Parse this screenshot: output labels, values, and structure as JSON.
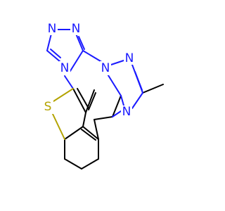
{
  "colors": {
    "background": "#ffffff",
    "carbon_bond": "#000000",
    "nitrogen": "#1a1aff",
    "sulfur": "#b3a300"
  },
  "atoms": {
    "n1": "N",
    "n2": "N",
    "n3": "N",
    "n4": "N",
    "n5": "N",
    "n6": "N",
    "s1": "S"
  }
}
